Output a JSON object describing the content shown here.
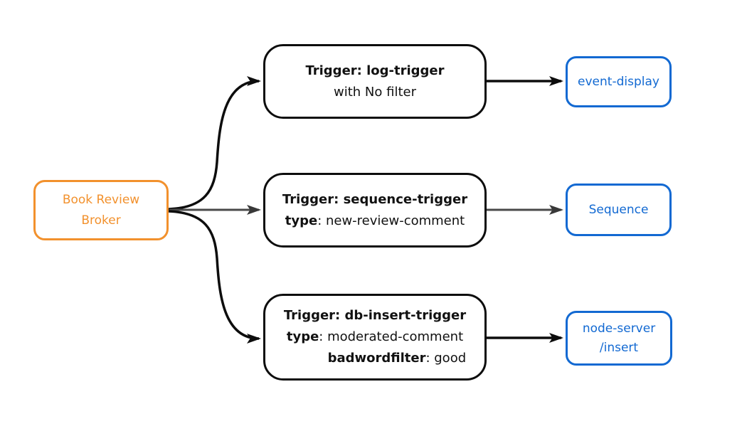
{
  "colors": {
    "accent-orange": "#F2912D",
    "accent-blue": "#1269D2",
    "edge-dark": "#0D0D0D",
    "edge-gray": "#4A4A4A",
    "background": "#FFFFFF"
  },
  "nodes": {
    "broker": {
      "line1": "Book Review",
      "line2": "Broker"
    },
    "trigger_log": {
      "title": "Trigger: log-trigger",
      "subtitle": "with No filter"
    },
    "trigger_sequence": {
      "title": "Trigger: sequence-trigger",
      "attr_key": "type",
      "attr_value": ": new-review-comment"
    },
    "trigger_db_insert": {
      "title": "Trigger: db-insert-trigger",
      "attr1_key": "type",
      "attr1_value": ": moderated-comment",
      "attr2_key": "badwordfilter",
      "attr2_value": ": good"
    },
    "event_display": {
      "label": "event-display"
    },
    "sequence": {
      "label": "Sequence"
    },
    "node_server": {
      "line1": "node-server",
      "line2": "/insert"
    }
  },
  "edges": [
    {
      "from": "Book Review Broker",
      "to": "Trigger: log-trigger",
      "color": "#0D0D0D",
      "shape": "curved"
    },
    {
      "from": "Book Review Broker",
      "to": "Trigger: sequence-trigger",
      "color": "#4A4A4A",
      "shape": "straight"
    },
    {
      "from": "Book Review Broker",
      "to": "Trigger: db-insert-trigger",
      "color": "#0D0D0D",
      "shape": "curved"
    },
    {
      "from": "Trigger: log-trigger",
      "to": "event-display",
      "color": "#0D0D0D",
      "shape": "straight"
    },
    {
      "from": "Trigger: sequence-trigger",
      "to": "Sequence",
      "color": "#4A4A4A",
      "shape": "straight"
    },
    {
      "from": "Trigger: db-insert-trigger",
      "to": "node-server /insert",
      "color": "#0D0D0D",
      "shape": "straight"
    }
  ]
}
